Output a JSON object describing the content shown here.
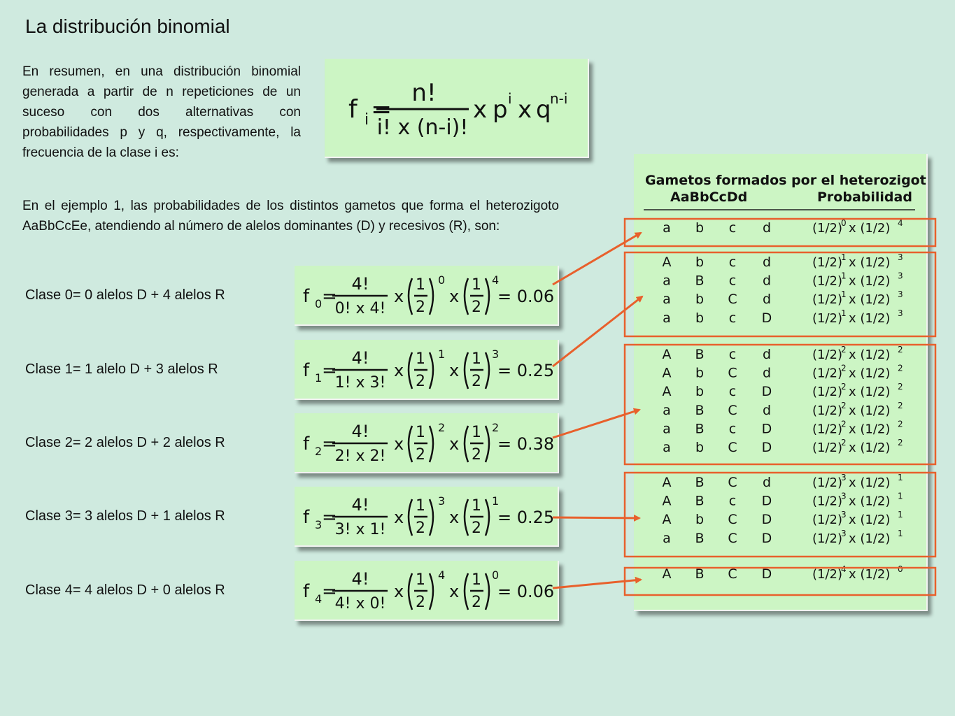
{
  "title": "La distribución binomial",
  "intro": "En resumen, en una distribución binomial generada a partir de n repeticiones de un suceso con dos alternativas con probabilidades p y q, respectivamente, la frecuencia de la clase i es:",
  "example": "En el ejemplo 1, las probabilidades de los distintos gametos que forma el heterozigoto AaBbCcEe, atendiendo al número de alelos dominantes (D) y recesivos (R), son:",
  "general_formula": {
    "lhs": "f",
    "lhs_sub": "i",
    "eq": "=",
    "numerator": "n!",
    "denominator": "i! x (n-i)!",
    "times": "x",
    "p": "p",
    "p_exp": "i",
    "q": "q",
    "q_exp": "n-i"
  },
  "classes": [
    {
      "label": "Clase 0= 0 alelos D + 4 alelos R",
      "sub": "0",
      "numerator": "4!",
      "denominator": "0! x 4!",
      "exp1": "0",
      "exp2": "4",
      "result": "= 0.06"
    },
    {
      "label": "Clase 1= 1 alelo D + 3 alelos R",
      "sub": "1",
      "numerator": "4!",
      "denominator": "1! x 3!",
      "exp1": "1",
      "exp2": "3",
      "result": "= 0.25"
    },
    {
      "label": "Clase 2= 2 alelos D + 2 alelos R",
      "sub": "2",
      "numerator": "4!",
      "denominator": "2! x 2!",
      "exp1": "2",
      "exp2": "2",
      "result": "= 0.38"
    },
    {
      "label": "Clase 3= 3 alelos D + 1 alelos R",
      "sub": "3",
      "numerator": "4!",
      "denominator": "3! x 1!",
      "exp1": "3",
      "exp2": "1",
      "result": "= 0.25"
    },
    {
      "label": "Clase 4= 4 alelos D + 0 alelos R",
      "sub": "4",
      "numerator": "4!",
      "denominator": "4! x 0!",
      "exp1": "4",
      "exp2": "0",
      "result": "= 0.06"
    }
  ],
  "fraction_parts": {
    "one": "1",
    "two": "2",
    "x": "x"
  },
  "gametes_table": {
    "header_line1": "Gametos formados por el heterozigoto",
    "header_genotype": "AaBbCcDd",
    "header_prob": "Probabilidad",
    "prob_base": "(1/2)",
    "prob_times": "x (1/2)",
    "groups": [
      {
        "rows": [
          {
            "alleles": [
              "a",
              "b",
              "c",
              "d"
            ],
            "e1": "0",
            "e2": "4"
          }
        ]
      },
      {
        "rows": [
          {
            "alleles": [
              "A",
              "b",
              "c",
              "d"
            ],
            "e1": "1",
            "e2": "3"
          },
          {
            "alleles": [
              "a",
              "B",
              "c",
              "d"
            ],
            "e1": "1",
            "e2": "3"
          },
          {
            "alleles": [
              "a",
              "b",
              "C",
              "d"
            ],
            "e1": "1",
            "e2": "3"
          },
          {
            "alleles": [
              "a",
              "b",
              "c",
              "D"
            ],
            "e1": "1",
            "e2": "3"
          }
        ]
      },
      {
        "rows": [
          {
            "alleles": [
              "A",
              "B",
              "c",
              "d"
            ],
            "e1": "2",
            "e2": "2"
          },
          {
            "alleles": [
              "A",
              "b",
              "C",
              "d"
            ],
            "e1": "2",
            "e2": "2"
          },
          {
            "alleles": [
              "A",
              "b",
              "c",
              "D"
            ],
            "e1": "2",
            "e2": "2"
          },
          {
            "alleles": [
              "a",
              "B",
              "C",
              "d"
            ],
            "e1": "2",
            "e2": "2"
          },
          {
            "alleles": [
              "a",
              "B",
              "c",
              "D"
            ],
            "e1": "2",
            "e2": "2"
          },
          {
            "alleles": [
              "a",
              "b",
              "C",
              "D"
            ],
            "e1": "2",
            "e2": "2"
          }
        ]
      },
      {
        "rows": [
          {
            "alleles": [
              "A",
              "B",
              "C",
              "d"
            ],
            "e1": "3",
            "e2": "1"
          },
          {
            "alleles": [
              "A",
              "B",
              "c",
              "D"
            ],
            "e1": "3",
            "e2": "1"
          },
          {
            "alleles": [
              "A",
              "b",
              "C",
              "D"
            ],
            "e1": "3",
            "e2": "1"
          },
          {
            "alleles": [
              "a",
              "B",
              "C",
              "D"
            ],
            "e1": "3",
            "e2": "1"
          }
        ]
      },
      {
        "rows": [
          {
            "alleles": [
              "A",
              "B",
              "C",
              "D"
            ],
            "e1": "4",
            "e2": "0"
          }
        ]
      }
    ]
  },
  "colors": {
    "background": "#cfeadf",
    "formula_box": "#ccf5c4",
    "table_box": "#ccf5c4",
    "highlight": "#e8602c"
  }
}
